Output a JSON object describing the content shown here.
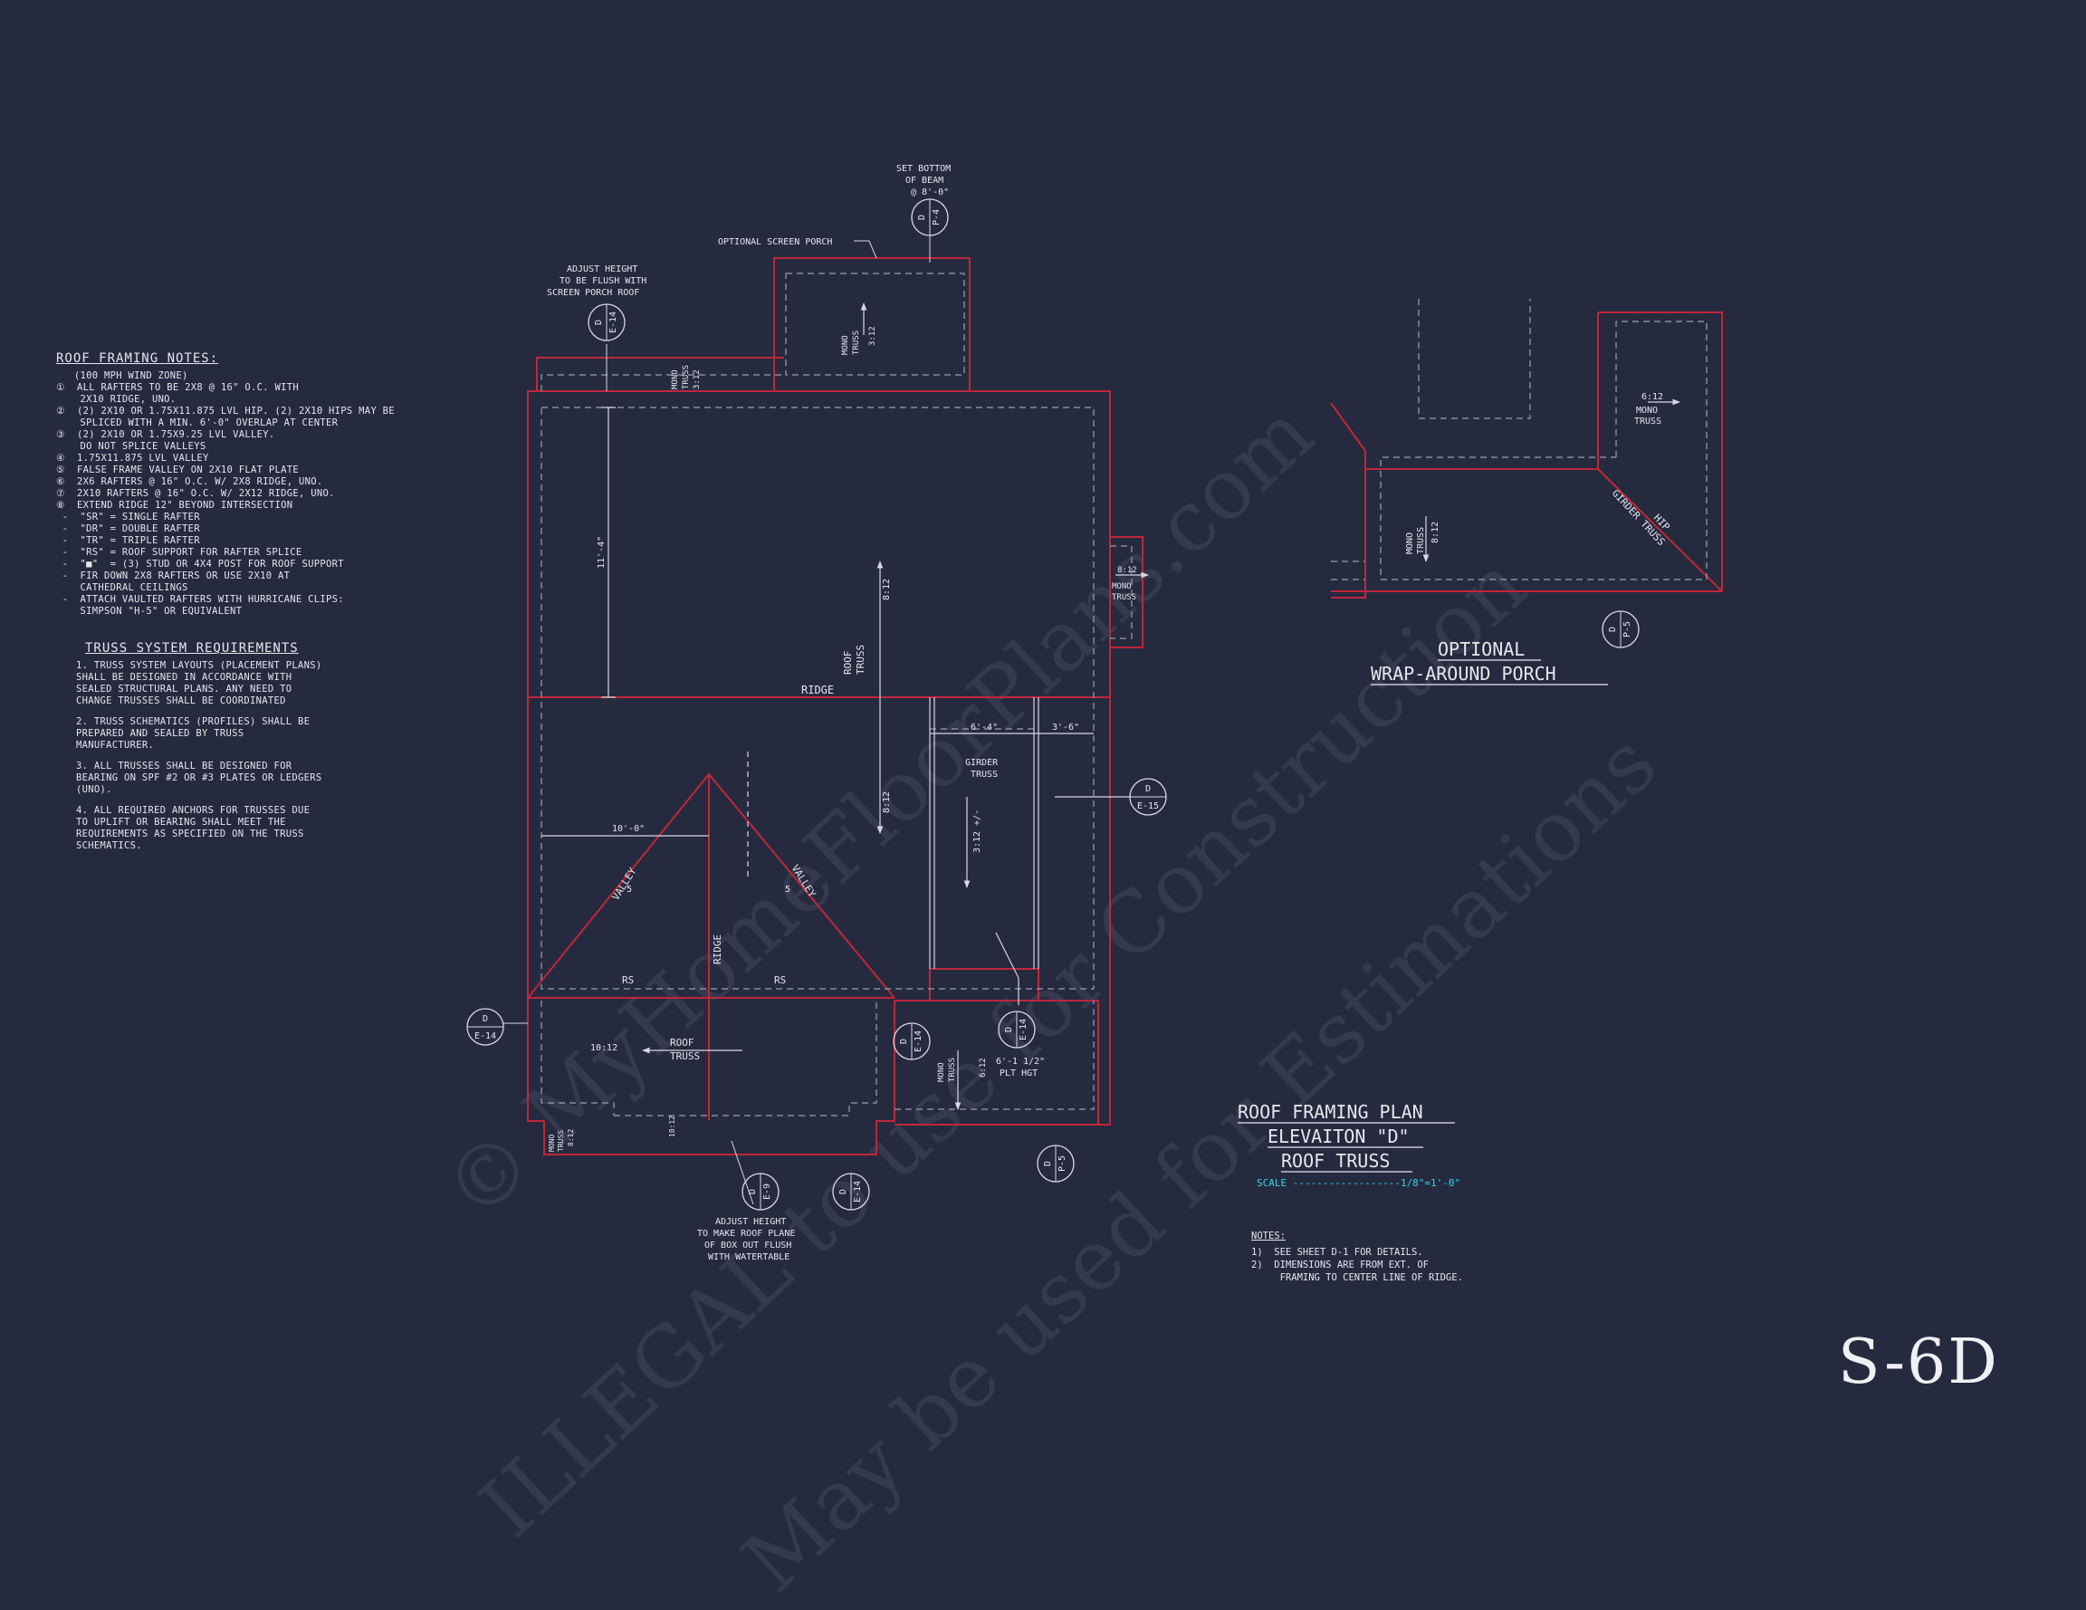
{
  "sheet": {
    "number": "S-6D"
  },
  "colors": {
    "background": "#252a3e",
    "wall_red": "#c0263a",
    "line_white": "#d8d8e2",
    "dash": "#9aa0b4",
    "cyan": "#34d6e8"
  },
  "roof_framing_notes": {
    "heading": "ROOF FRAMING NOTES:",
    "lines": [
      "   (100 MPH WIND ZONE)",
      "①  ALL RAFTERS TO BE 2x8 @ 16\" O.C. WITH",
      "    2x10 RIDGE, UNO.",
      "②  (2) 2x10 OR 1.75x11.875 LVL HIP. (2) 2x10 HIPS MAY BE",
      "    SPLICED WITH A MIN. 6'-0\" OVERLAP AT CENTER",
      "③  (2) 2x10 OR 1.75x9.25 LVL VALLEY.",
      "    DO NOT SPLICE VALLEYS",
      "④  1.75x11.875 LVL VALLEY",
      "⑤  FALSE FRAME VALLEY ON 2x10 FLAT PLATE",
      "⑥  2x6 RAFTERS @ 16\" O.C. W/ 2x8 RIDGE, UNO.",
      "⑦  2x10 RAFTERS @ 16\" O.C. W/ 2x12 RIDGE, UNO.",
      "⑧  EXTEND RIDGE 12\" BEYOND INTERSECTION",
      " -  \"SR\" = SINGLE RAFTER",
      " -  \"DR\" = DOUBLE RAFTER",
      " -  \"TR\" = TRIPLE RAFTER",
      " -  \"RS\" = ROOF SUPPORT FOR RAFTER SPLICE",
      " -  \"■\"  = (3) STUD OR 4x4 POST FOR ROOF SUPPORT",
      " -  FIR DOWN 2x8 RAFTERS OR USE 2x10 AT",
      "    CATHEDRAL CEILINGS",
      " -  ATTACH VAULTED RAFTERS WITH HURRICANE CLIPS:",
      "    SIMPSON \"H-5\" OR EQUIVALENT"
    ]
  },
  "truss_requirements": {
    "heading": "TRUSS SYSTEM REQUIREMENTS",
    "items": [
      "1. TRUSS SYSTEM LAYOUTS (PLACEMENT PLANS)\nSHALL BE DESIGNED IN ACCORDANCE WITH\nSEALED STRUCTURAL PLANS. ANY NEED TO\nCHANGE TRUSSES SHALL BE COORDINATED",
      "2. TRUSS SCHEMATICS (PROFILES) SHALL BE\nPREPARED AND SEALED BY TRUSS\nMANUFACTURER.",
      "3. ALL TRUSSES SHALL BE DESIGNED FOR\nBEARING ON SPF #2 OR #3 PLATES OR LEDGERS\n(UNO).",
      "4. ALL REQUIRED ANCHORS FOR TRUSSES DUE\nTO UPLIFT OR BEARING SHALL MEET THE\nREQUIREMENTS AS SPECIFIED ON THE TRUSS\nSCHEMATICS."
    ]
  },
  "plan_title": {
    "line1": "ROOF FRAMING PLAN",
    "line2": "ELEVAITON \"D\"",
    "line3": "ROOF TRUSS",
    "scale": "SCALE ------------------1/8\"=1'-0\""
  },
  "plan_notes": {
    "heading": "NOTES:",
    "lines": [
      "1)  SEE SHEET D-1 FOR DETAILS.",
      "2)  DIMENSIONS ARE FROM EXT. OF",
      "     FRAMING TO CENTER LINE OF RIDGE."
    ]
  },
  "porch_title": {
    "line1": "OPTIONAL",
    "line2": "WRAP-AROUND PORCH"
  },
  "callouts": {
    "set_bottom": [
      "SET BOTTOM",
      "OF BEAM",
      "@ 8'-0\""
    ],
    "optional_screen_porch": "OPTIONAL SCREEN PORCH",
    "adjust_height_top": [
      "ADJUST HEIGHT",
      "TO BE FLUSH WITH",
      "SCREEN PORCH ROOF"
    ],
    "adjust_height_bottom": [
      "ADJUST HEIGHT",
      "TO MAKE ROOF PLANE",
      "OF BOX OUT FLUSH",
      "WITH WATERTABLE"
    ],
    "plt_hgt": [
      "6'-1 1/2\"",
      "PLT HGT"
    ],
    "girder_truss": [
      "GIRDER",
      "TRUSS"
    ]
  },
  "plan_labels": {
    "ridge": "RIDGE",
    "roof_truss": [
      "ROOF",
      "TRUSS"
    ],
    "mono_truss": [
      "MONO",
      "TRUSS"
    ],
    "valley": "VALLEY",
    "rs": "RS",
    "hip": "HIP",
    "girder_truss_diag": "GIRDER TRUSS",
    "dim_11_4": "11'-4\"",
    "dim_10_0": "10'-0\"",
    "dim_6_4": "6'-4\"",
    "dim_3_6": "3'-6\"",
    "pitch_8_12": "8:12",
    "pitch_10_12": "10:12",
    "pitch_3_12": "3:12",
    "pitch_6_12": "6:12",
    "pitch_3_12_pm": "3:12 +/-",
    "valley_num": "5"
  },
  "section_markers": [
    {
      "letter": "D",
      "ref": "P-4"
    },
    {
      "letter": "D",
      "ref": "E-14"
    },
    {
      "letter": "D",
      "ref": "E-15"
    },
    {
      "letter": "D",
      "ref": "E-14"
    },
    {
      "letter": "D",
      "ref": "E-14"
    },
    {
      "letter": "D",
      "ref": "E-14"
    },
    {
      "letter": "D",
      "ref": "E-9"
    },
    {
      "letter": "D",
      "ref": "E-14"
    },
    {
      "letter": "D",
      "ref": "P-5"
    },
    {
      "letter": "D",
      "ref": "P-5"
    }
  ],
  "watermark": [
    "© MyHomeFloorPlans.com",
    "ILLEGAL to use for Construction",
    "May be used for Estimations"
  ]
}
